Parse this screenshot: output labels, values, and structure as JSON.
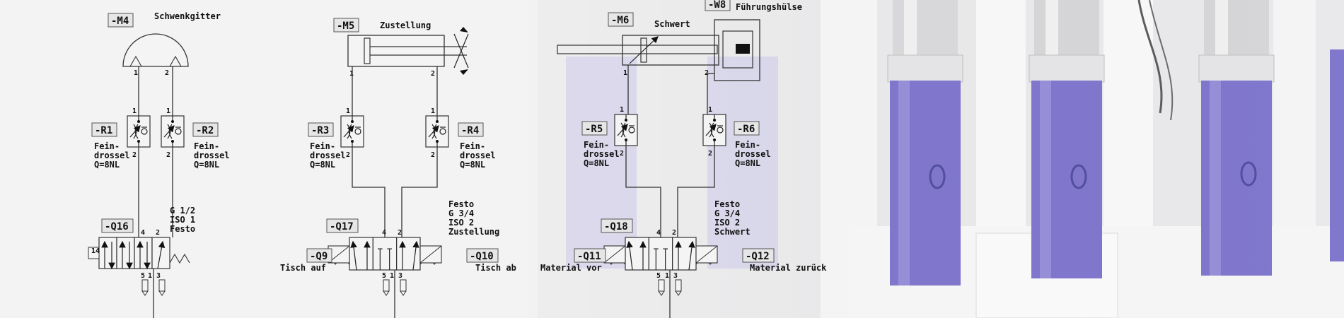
{
  "colors": {
    "line": "#333333",
    "photo_cylinder": "#7b72cc",
    "photo_bg": "#e7e7e9"
  },
  "circuits": [
    {
      "cylinder_tag": "-M4",
      "cylinder_name": "Schwenkgitter",
      "throttle_a": {
        "tag": "-R1",
        "text": [
          "Fein-",
          "drossel",
          "Q=8NL"
        ]
      },
      "throttle_b": {
        "tag": "-R2",
        "text": [
          "Fein-",
          "drossel",
          "Q=8NL"
        ]
      },
      "valve": {
        "tag": "-Q16",
        "info": [
          "G 1/2",
          "ISO 1",
          "Festo"
        ],
        "left_tag": "",
        "left_label": "",
        "right_tag": "",
        "right_label": "",
        "actuator": "14"
      }
    },
    {
      "cylinder_tag": "-M5",
      "cylinder_name": "Zustellung",
      "throttle_a": {
        "tag": "-R3",
        "text": [
          "Fein-",
          "drossel",
          "Q=8NL"
        ]
      },
      "throttle_b": {
        "tag": "-R4",
        "text": [
          "Fein-",
          "drossel",
          "Q=8NL"
        ]
      },
      "valve": {
        "tag": "-Q17",
        "info": [
          "Festo",
          "G 3/4",
          "ISO 2",
          "Zustellung"
        ],
        "left_tag": "-Q9",
        "left_label": "Tisch auf",
        "right_tag": "-Q10",
        "right_label": "Tisch ab",
        "actuator": ""
      }
    },
    {
      "cylinder_tag": "-M6",
      "cylinder_name": "Schwert",
      "extra_tag": "-W8",
      "extra_name": "Führungshülse",
      "throttle_a": {
        "tag": "-R5",
        "text": [
          "Fein-",
          "drossel",
          "Q=8NL"
        ]
      },
      "throttle_b": {
        "tag": "-R6",
        "text": [
          "Fein-",
          "drossel",
          "Q=8NL"
        ]
      },
      "valve": {
        "tag": "-Q18",
        "info": [
          "Festo",
          "G 3/4",
          "ISO 2",
          "Schwert"
        ],
        "left_tag": "-Q11",
        "left_label": "Material vor",
        "right_tag": "-Q12",
        "right_label": "Material zurück",
        "actuator": ""
      }
    }
  ],
  "ports": {
    "p1": "1",
    "p2": "2",
    "p3": "3",
    "p4": "4",
    "p5": "5"
  }
}
